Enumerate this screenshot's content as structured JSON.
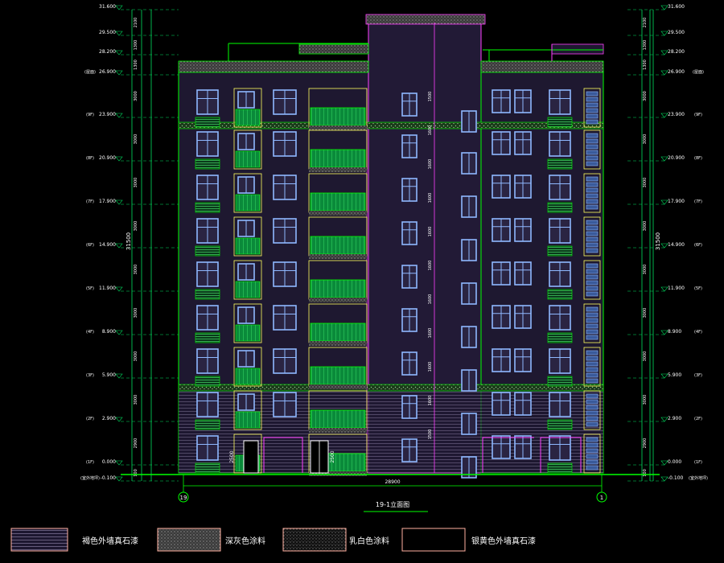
{
  "drawing": {
    "caption": "19-1立面图",
    "grid_left": "19",
    "grid_right": "1",
    "total_width": "28900",
    "total_height_left": "31500",
    "total_height_right": "31500"
  },
  "elevations_left": [
    {
      "value": "31.600",
      "floor": ""
    },
    {
      "value": "29.500",
      "floor": ""
    },
    {
      "value": "28.200",
      "floor": ""
    },
    {
      "value": "26.900",
      "floor": "(屋面)"
    },
    {
      "value": "23.900",
      "floor": "(9F)"
    },
    {
      "value": "20.900",
      "floor": "(8F)"
    },
    {
      "value": "17.900",
      "floor": "(7F)"
    },
    {
      "value": "14.900",
      "floor": "(6F)"
    },
    {
      "value": "11.900",
      "floor": "(5F)"
    },
    {
      "value": "8.900",
      "floor": "(4F)"
    },
    {
      "value": "5.900",
      "floor": "(3F)"
    },
    {
      "value": "2.900",
      "floor": "(2F)"
    },
    {
      "value": "0.000",
      "floor": "(1F)"
    },
    {
      "value": "-0.100",
      "floor": "(室外地坪)"
    }
  ],
  "elevations_right": [
    {
      "value": "31.600",
      "floor": ""
    },
    {
      "value": "29.500",
      "floor": ""
    },
    {
      "value": "28.200",
      "floor": ""
    },
    {
      "value": "26.900",
      "floor": "(屋面)"
    },
    {
      "value": "23.900",
      "floor": "(9F)"
    },
    {
      "value": "20.900",
      "floor": "(8F)"
    },
    {
      "value": "17.900",
      "floor": "(7F)"
    },
    {
      "value": "14.900",
      "floor": "(6F)"
    },
    {
      "value": "11.900",
      "floor": "(5F)"
    },
    {
      "value": "8.900",
      "floor": "(4F)"
    },
    {
      "value": "5.900",
      "floor": "(3F)"
    },
    {
      "value": "2.900",
      "floor": "(2F)"
    },
    {
      "value": "0.000",
      "floor": "(1F)"
    },
    {
      "value": "-0.100",
      "floor": "(室外地坪)"
    }
  ],
  "floor_dims_left": [
    "2100",
    "1300",
    "1300",
    "3000",
    "3000",
    "3000",
    "3000",
    "3000",
    "3000",
    "3000",
    "3000",
    "2900",
    "100"
  ],
  "floor_dims_right": [
    "2100",
    "1300",
    "1300",
    "3000",
    "3000",
    "3000",
    "3000",
    "3000",
    "3000",
    "3000",
    "3000",
    "2900",
    "100"
  ],
  "sub_dims_mid": [
    "1500",
    "1600",
    "1600",
    "1600",
    "1600",
    "1600",
    "1600",
    "1600",
    "1600",
    "1600",
    "1500"
  ],
  "entrance_dims": [
    "2500",
    "2500"
  ],
  "legend": [
    {
      "label": "褐色外墙真石漆",
      "color": "#ffb0a0"
    },
    {
      "label": "深灰色涂料",
      "color": "#ffb0a0"
    },
    {
      "label": "乳白色涂料",
      "color": "#ffb0a0"
    },
    {
      "label": "银黄色外墙真石漆",
      "color": "#ffb0a0"
    }
  ],
  "colors": {
    "background": "#000000",
    "outline": "#00ff00",
    "window": "#8fb8ff",
    "wall": "#2a1f3a",
    "magenta": "#ff40ff",
    "dim_line": "#00e060",
    "text": "#ffffff",
    "balcony_fill": "#0a8a3a",
    "yellow": "#ffff60"
  }
}
